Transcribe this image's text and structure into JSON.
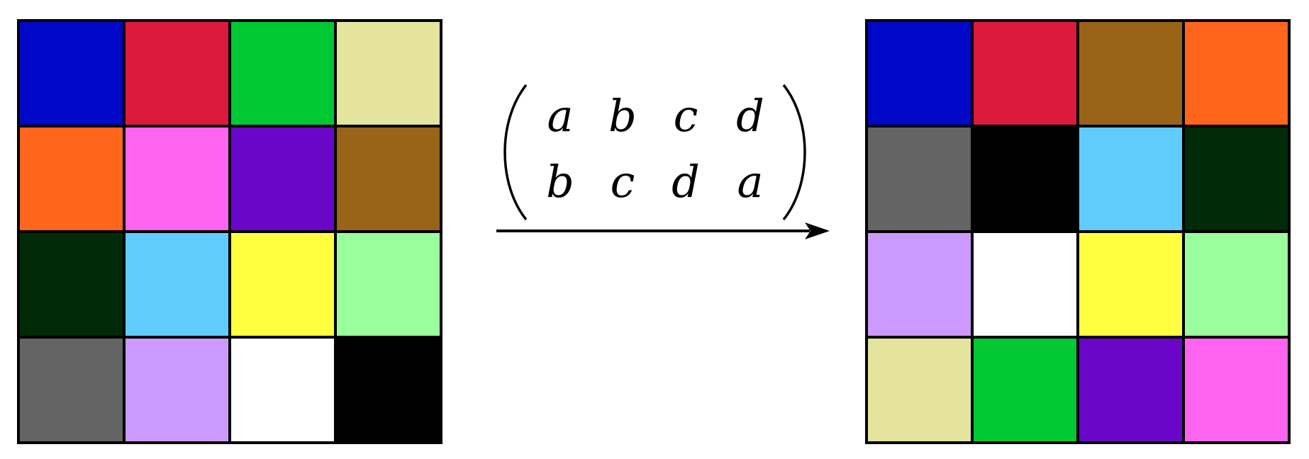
{
  "left_grid": {
    "cells": [
      "#0008c8",
      "#dc1a3e",
      "#00c832",
      "#e4e49c",
      "#ff661c",
      "#ff64f0",
      "#6a06c8",
      "#996418",
      "#002a08",
      "#60ccfe",
      "#ffff40",
      "#99fe9c",
      "#646464",
      "#cc9afe",
      "#ffffff",
      "#000000"
    ]
  },
  "right_grid": {
    "cells": [
      "#0008c8",
      "#dc1a3e",
      "#996418",
      "#ff661c",
      "#646464",
      "#000000",
      "#60ccfe",
      "#002a08",
      "#cc9afe",
      "#ffffff",
      "#ffff40",
      "#99fe9c",
      "#e4e49c",
      "#00c832",
      "#6a06c8",
      "#ff64f0"
    ]
  },
  "permutation": {
    "row1": [
      "a",
      "b",
      "c",
      "d"
    ],
    "row2": [
      "b",
      "c",
      "d",
      "a"
    ]
  }
}
